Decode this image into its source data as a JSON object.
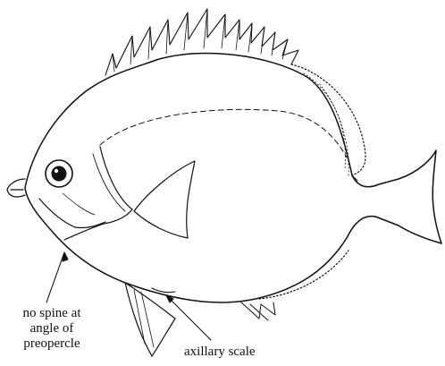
{
  "labels": {
    "preopercle": [
      "no spine at",
      "angle of",
      "preopercle"
    ],
    "axillary": "axillary scale"
  },
  "colors": {
    "line": "#111111",
    "background": "#ffffff"
  }
}
